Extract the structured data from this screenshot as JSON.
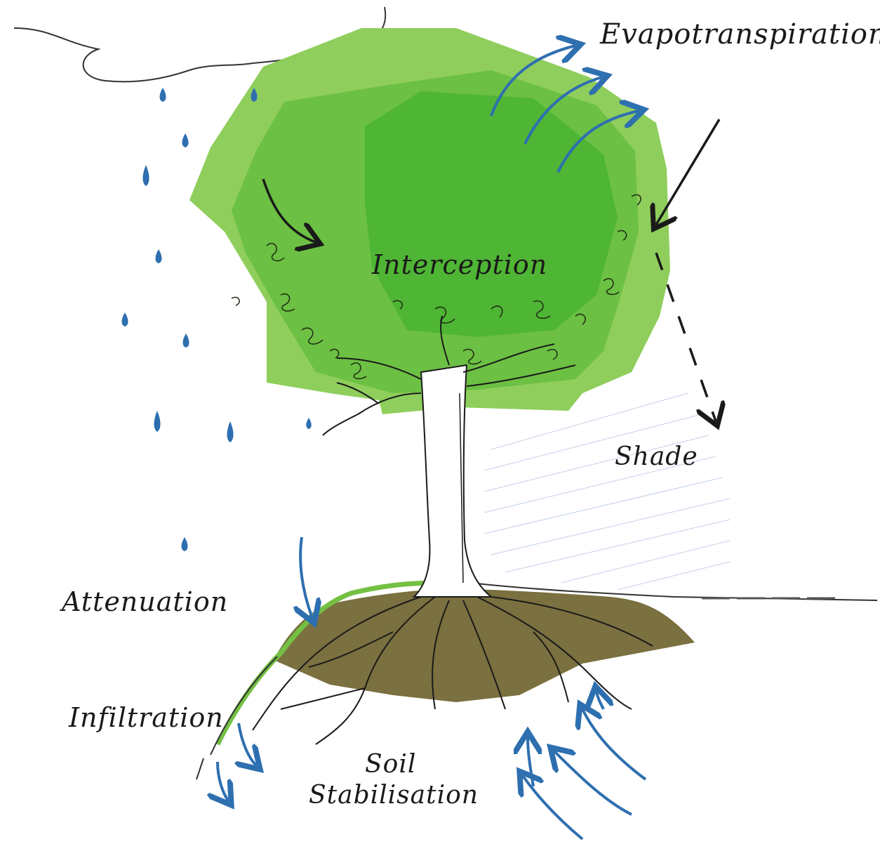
{
  "colors": {
    "canopy_light": "#8fce5c",
    "canopy_mid": "#6cc043",
    "canopy_dark": "#4fb534",
    "soil": "#7a7040",
    "water": "#2e6fb0",
    "ink": "#1a1a1a",
    "grass": "#74c043",
    "shade_hatch": "#a9bedc"
  },
  "labels": {
    "evapotranspiration": "Evapotranspiration",
    "interception": "Interception",
    "shade": "Shade",
    "attenuation": "Attenuation",
    "infiltration": "Infiltration",
    "soil": "Soil",
    "stabilisation": "Stabilisation"
  }
}
